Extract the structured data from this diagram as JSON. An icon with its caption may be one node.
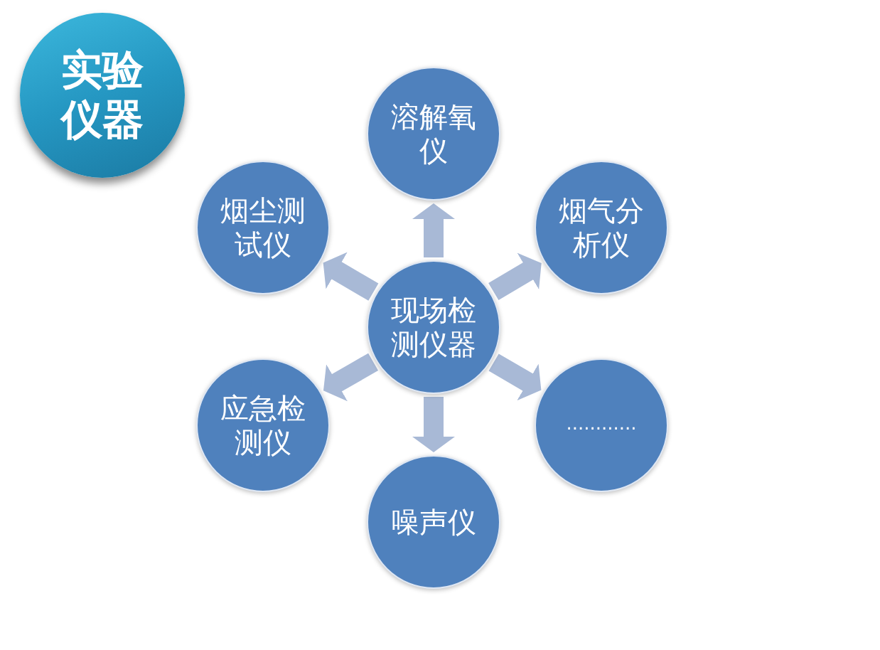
{
  "diagram": {
    "nodes": [
      {
        "text": [
          "实验仪器"
        ]
      },
      {
        "text": [
          "溶解氧仪"
        ]
      },
      {
        "text": [
          "烟尘测试仪"
        ]
      },
      {
        "text": [
          "烟气分析仪"
        ]
      },
      {
        "text": [
          "现场检测仪器"
        ]
      },
      {
        "text": [
          "应急检测仪"
        ]
      },
      {
        "text": [
          "............"
        ]
      },
      {
        "text": [
          "噪声仪"
        ]
      }
    ],
    "edges": [
      {
        "from": 4,
        "to": 1,
        "arrow": "to"
      },
      {
        "from": 4,
        "to": 3,
        "arrow": "to"
      },
      {
        "from": 4,
        "to": 6,
        "arrow": "to"
      },
      {
        "from": 4,
        "to": 7,
        "arrow": "to"
      },
      {
        "from": 4,
        "to": 5,
        "arrow": "to"
      },
      {
        "from": 4,
        "to": 2,
        "arrow": "to"
      }
    ]
  }
}
